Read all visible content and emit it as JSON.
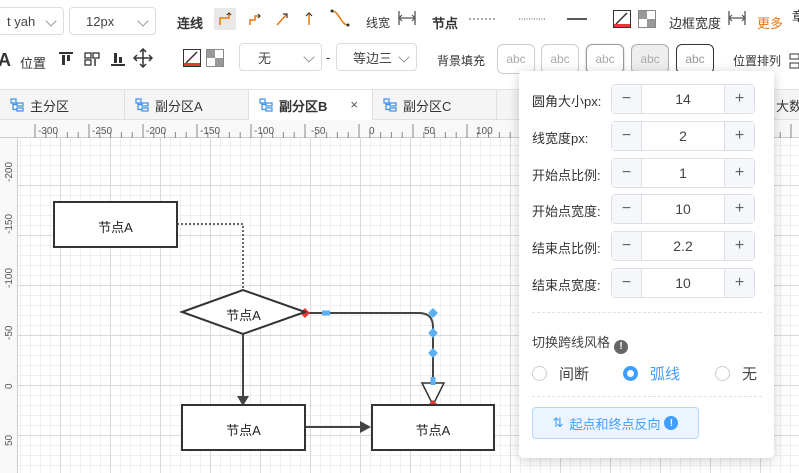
{
  "toolbar": {
    "font_select": "t yah",
    "font_size_select": "12px",
    "connector_label": "连线",
    "line_width_label": "线宽",
    "node_label": "节点",
    "border_width_label": "边框宽度",
    "more_label": "更多",
    "position_label": "位置",
    "bold_a": "A",
    "line_style_select": "无",
    "dash_separator": "-",
    "arrow_select": "等边三",
    "bg_fill_label": "背景填充",
    "abc_styles": [
      "abc",
      "abc",
      "abc",
      "abc",
      "abc"
    ],
    "layout_label": "位置排列",
    "edge_char": "章",
    "accent_color": "#e6770d"
  },
  "tabs": [
    {
      "label": "主分区",
      "active": false
    },
    {
      "label": "副分区A",
      "active": false
    },
    {
      "label": "副分区B",
      "active": true
    },
    {
      "label": "副分区C",
      "active": false
    },
    {
      "label": "大数",
      "active": false
    }
  ],
  "tab_close": "×",
  "ruler": {
    "top_ticks": [
      "-300",
      "-250",
      "-200",
      "-150",
      "-100",
      "-50",
      "0",
      "50",
      "100"
    ],
    "left_ticks": [
      "-200",
      "-150",
      "-100",
      "-50",
      "0",
      "50"
    ]
  },
  "diagram": {
    "nodes": [
      "节点A",
      "节点A",
      "节点A",
      "节点A"
    ]
  },
  "popup": {
    "rows": [
      {
        "label": "圆角大小px:",
        "value": "14"
      },
      {
        "label": "线宽度px:",
        "value": "2"
      },
      {
        "label": "开始点比例:",
        "value": "1"
      },
      {
        "label": "开始点宽度:",
        "value": "10"
      },
      {
        "label": "结束点比例:",
        "value": "2.2"
      },
      {
        "label": "结束点宽度:",
        "value": "10"
      }
    ],
    "minus": "−",
    "plus": "+",
    "cross_style_title": "切换跨线风格",
    "info_mark": "!",
    "cross_styles": [
      {
        "label": "间断",
        "checked": false
      },
      {
        "label": "弧线",
        "checked": true
      },
      {
        "label": "无",
        "checked": false
      }
    ],
    "reverse_button": "起点和终点反向",
    "reverse_icon": "⇅",
    "accent_color": "#409eff"
  }
}
